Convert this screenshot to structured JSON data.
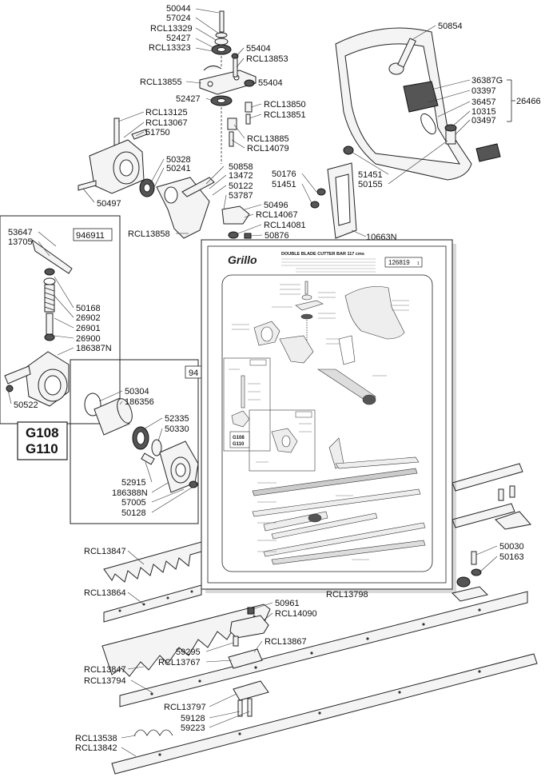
{
  "main_labels": {
    "top_stack": [
      "50044",
      "57024",
      "RCL13329",
      "52427",
      "RCL13323"
    ],
    "l_55404_a": "55404",
    "l_rcl13853": "RCL13853",
    "l_rcl13855": "RCL13855",
    "l_55404_b": "55404",
    "l_52427_b": "52427",
    "l_rcl13850": "RCL13850",
    "l_rcl13851": "RCL13851",
    "l_rcl13125": "RCL13125",
    "l_rcl13067": "RCL13067",
    "l_51750": "51750",
    "l_rcl13885": "RCL13885",
    "l_rcl14079": "RCL14079",
    "l_50328": "50328",
    "l_50241": "50241",
    "l_50858": "50858",
    "l_13472": "13472",
    "l_50122": "50122",
    "l_53787": "53787",
    "l_50497": "50497",
    "l_50496": "50496",
    "l_rcl14067": "RCL14067",
    "l_rcl14081": "RCL14081",
    "l_rcl13858": "RCL13858",
    "l_50876": "50876",
    "l_50854": "50854",
    "l_36387g": "36387G",
    "l_03397": "03397",
    "l_36457": "36457",
    "l_26466": "26466",
    "l_10315": "10315",
    "l_03497": "03497",
    "l_50176": "50176",
    "l_51451_a": "51451",
    "l_51451_b": "51451",
    "l_50155": "50155",
    "l_10663n": "10663N",
    "l_53647": "53647",
    "l_13705": "13705",
    "l_946911": "946911",
    "l_50168": "50168",
    "l_26902": "26902",
    "l_26901": "26901",
    "l_26900": "26900",
    "l_186387n": "186387N",
    "l_50522": "50522",
    "l_g108": "G108",
    "l_g110": "G110",
    "l_94_box": "94",
    "l_50304": "50304",
    "l_186356": "186356",
    "l_52335": "52335",
    "l_50330": "50330",
    "l_52915": "52915",
    "l_186388n": "186388N",
    "l_57005": "57005",
    "l_50128": "50128",
    "l_rcl13847_a": "RCL13847",
    "l_rcl13864": "RCL13864",
    "l_rcl13798": "RCL13798",
    "l_50961": "50961",
    "l_rcl14090": "RCL14090",
    "l_59295": "59295",
    "l_rcl13867": "RCL13867",
    "l_rcl13767": "RCL13767",
    "l_rcl13847_b": "RCL13847",
    "l_rcl13794": "RCL13794",
    "l_rcl13797": "RCL13797",
    "l_59128": "59128",
    "l_59223": "59223",
    "l_rcl13538": "RCL13538",
    "l_rcl13842": "RCL13842",
    "l_50030": "50030",
    "l_50163": "50163"
  },
  "overlay": {
    "logo": "Grillo",
    "title": "DOUBLE BLADE CUTTER BAR 117 cms",
    "code": "126819",
    "code_suffix": "1",
    "g108": "G108",
    "g110": "G110"
  }
}
